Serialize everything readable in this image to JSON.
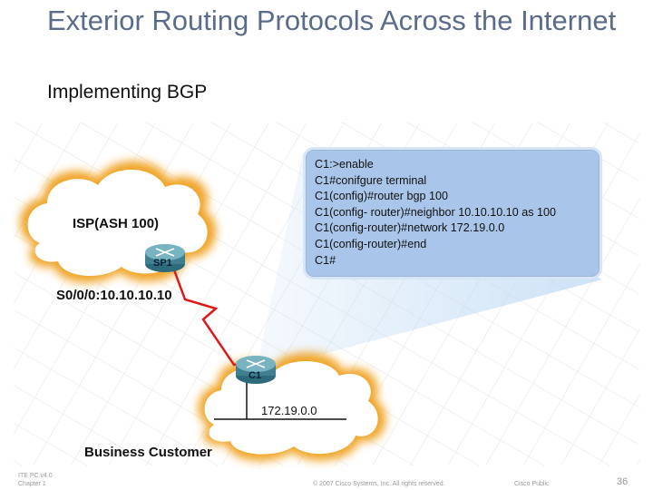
{
  "slide": {
    "title": "Exterior Routing Protocols Across the Internet",
    "subtitle": "Implementing BGP"
  },
  "diagram": {
    "isp_label": "ISP(ASH 100)",
    "isp_router": "SP1",
    "serial_label": "S0/0/0:10.10.10.10",
    "customer_router": "C1",
    "customer_network": "172.19.0.0",
    "customer_label": "Business Customer",
    "cli_lines": [
      "C1:>enable",
      "C1#conifgure terminal",
      "C1(config)#router bgp 100",
      "C1(config- router)#neighbor 10.10.10.10 as 100",
      "C1(config-router)#network 172.19.0.0",
      "C1(config-router)#end",
      "C1#"
    ]
  },
  "footer": {
    "course": "ITE PC v4.0",
    "chapter": "Chapter 1",
    "copyright": "© 2007 Cisco Systems, Inc. All rights reserved.",
    "classification": "Cisco Public",
    "page": "36"
  },
  "colors": {
    "title": "#5b6c8a",
    "cloud_glow": "#f0a426",
    "cli_background": "#a9c6ea",
    "link": "#e01818",
    "router": "#3f7f8f"
  }
}
